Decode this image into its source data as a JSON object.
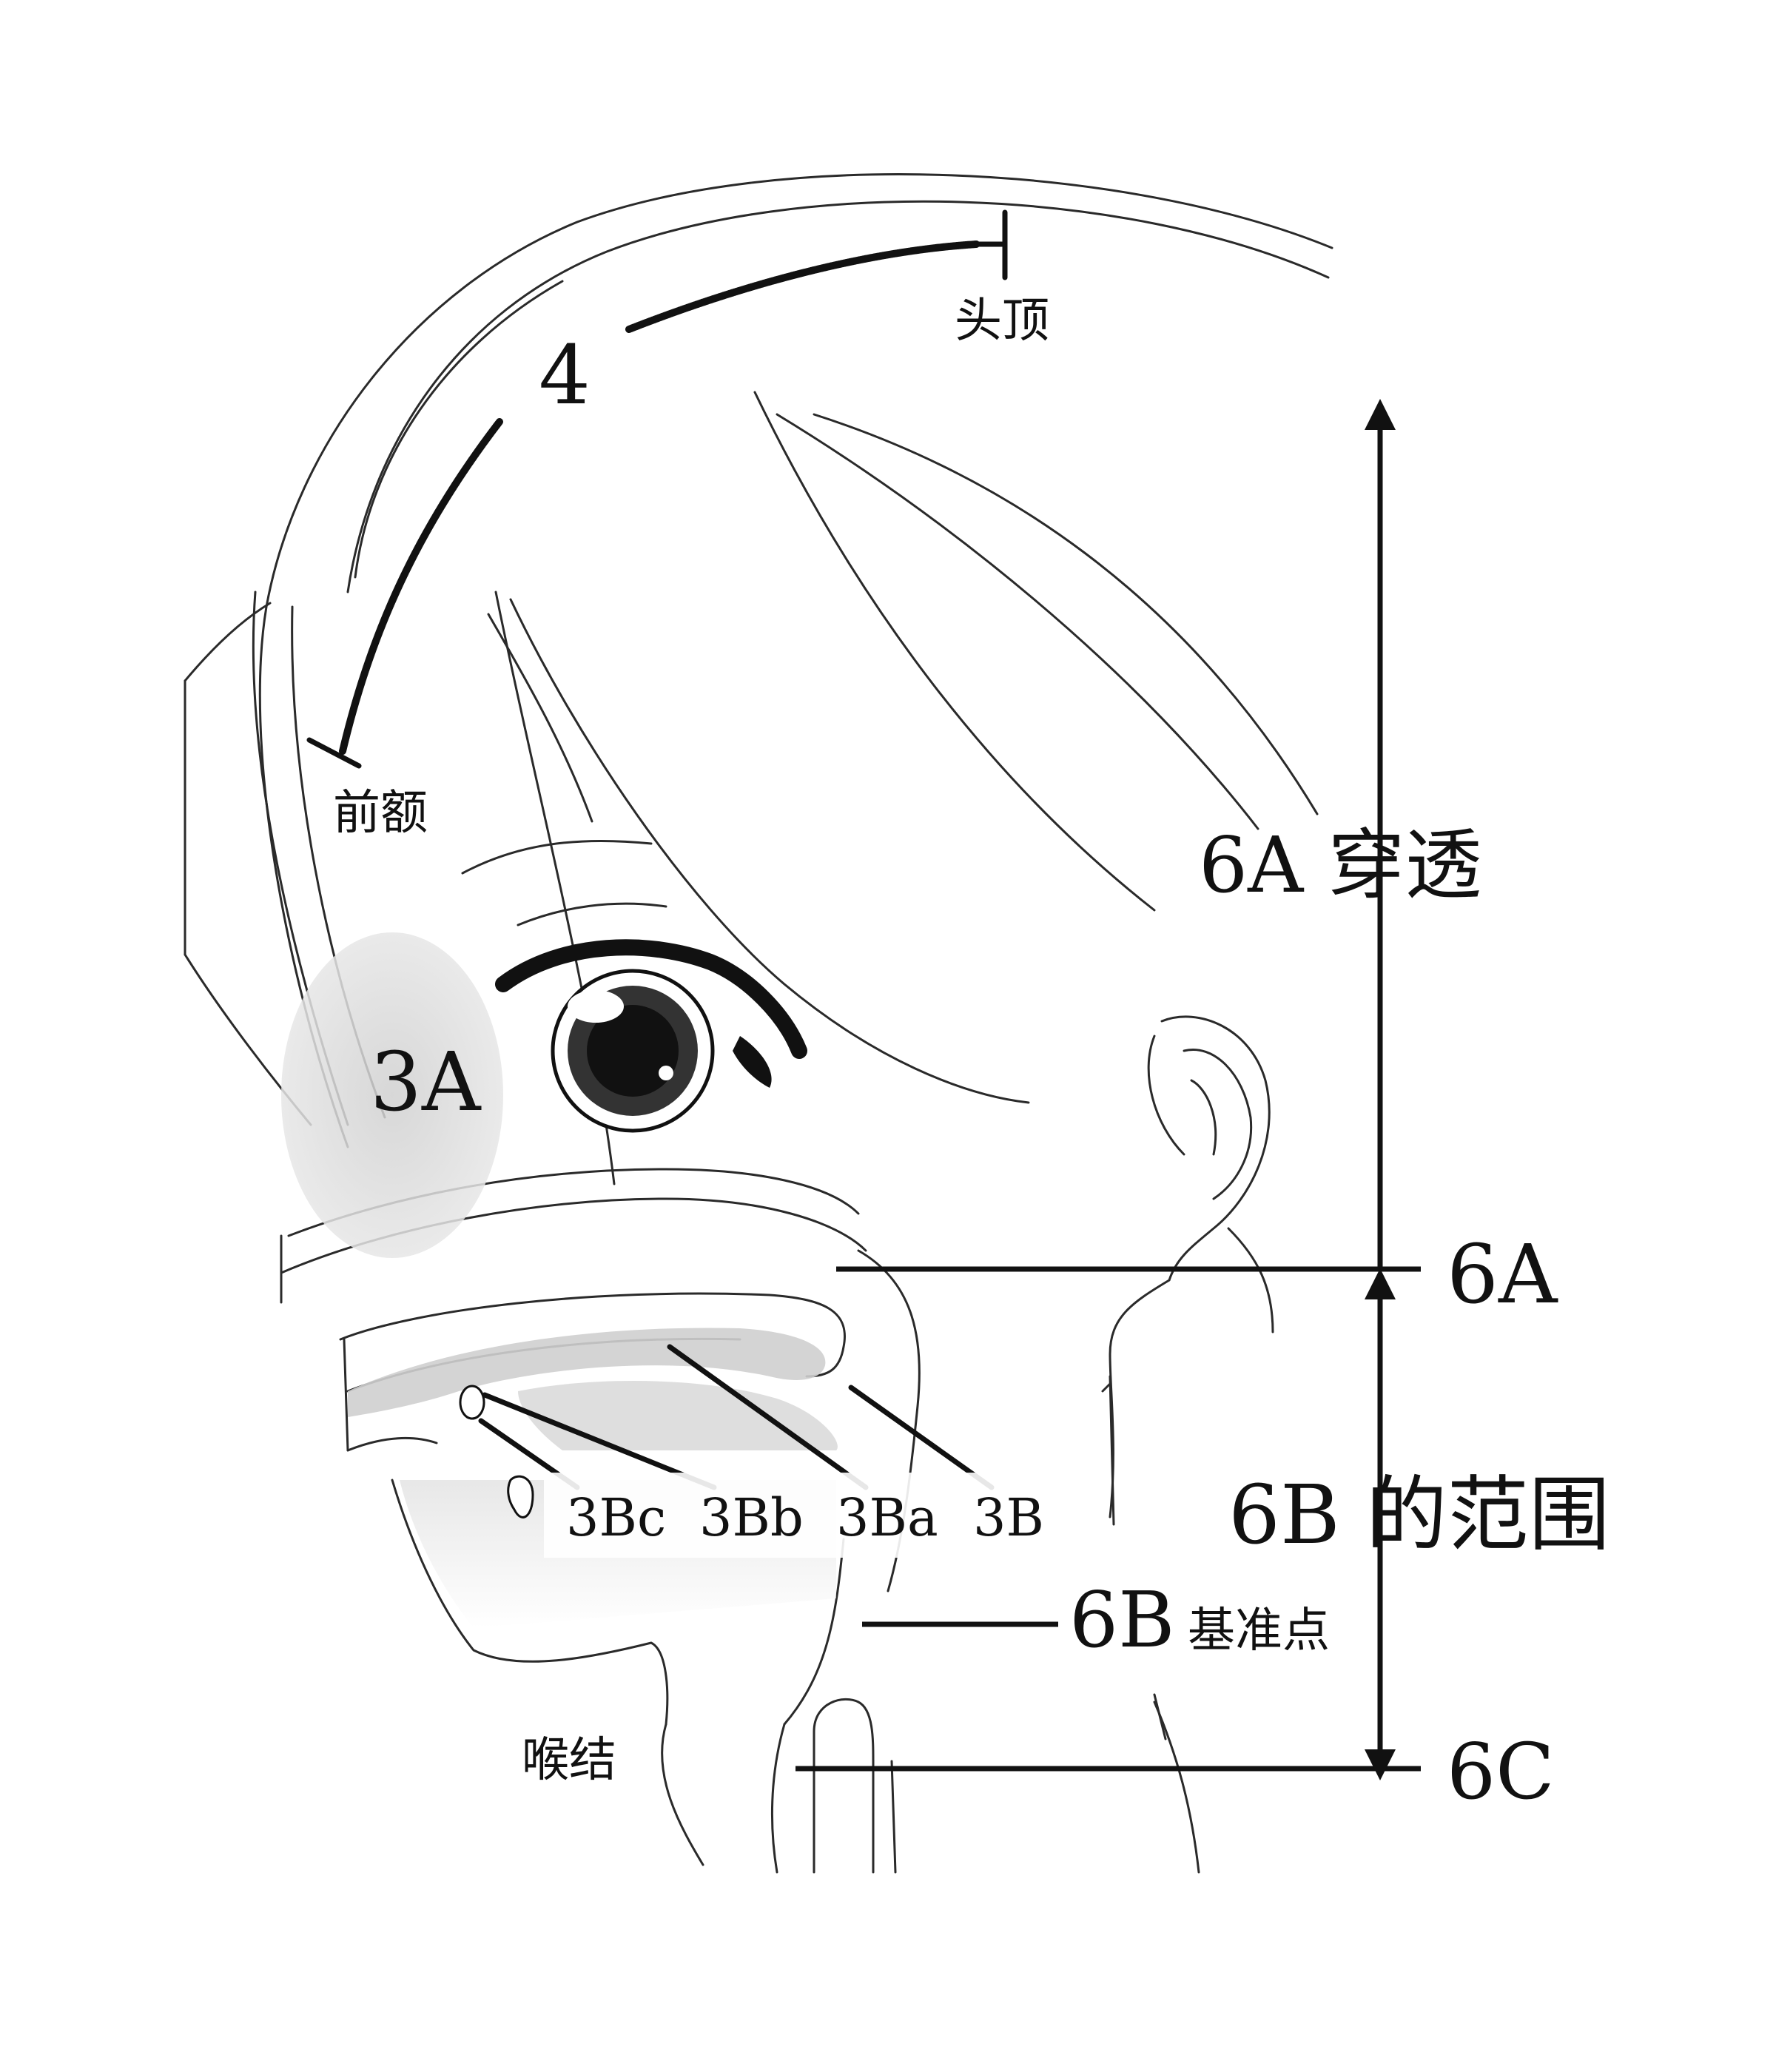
{
  "labels": {
    "top": "头顶",
    "num4": "4",
    "forehead": "前额",
    "a3": "3A",
    "sixA_penetrate": "6A 穿透",
    "sixA": "6A",
    "sixB_range": "6B 的范围",
    "sixB_base_code": "6B",
    "sixB_base_word": "基准点",
    "sixC": "6C",
    "adams_apple": "喉结",
    "b3c": "3Bc",
    "b3b": "3Bb",
    "b3a": "3Ba",
    "b3": "3B"
  },
  "colors": {
    "ink": "#111111",
    "sketch": "#2a2a2a",
    "shade": "#d9d9d9",
    "highlight": "#cfcfcf"
  }
}
